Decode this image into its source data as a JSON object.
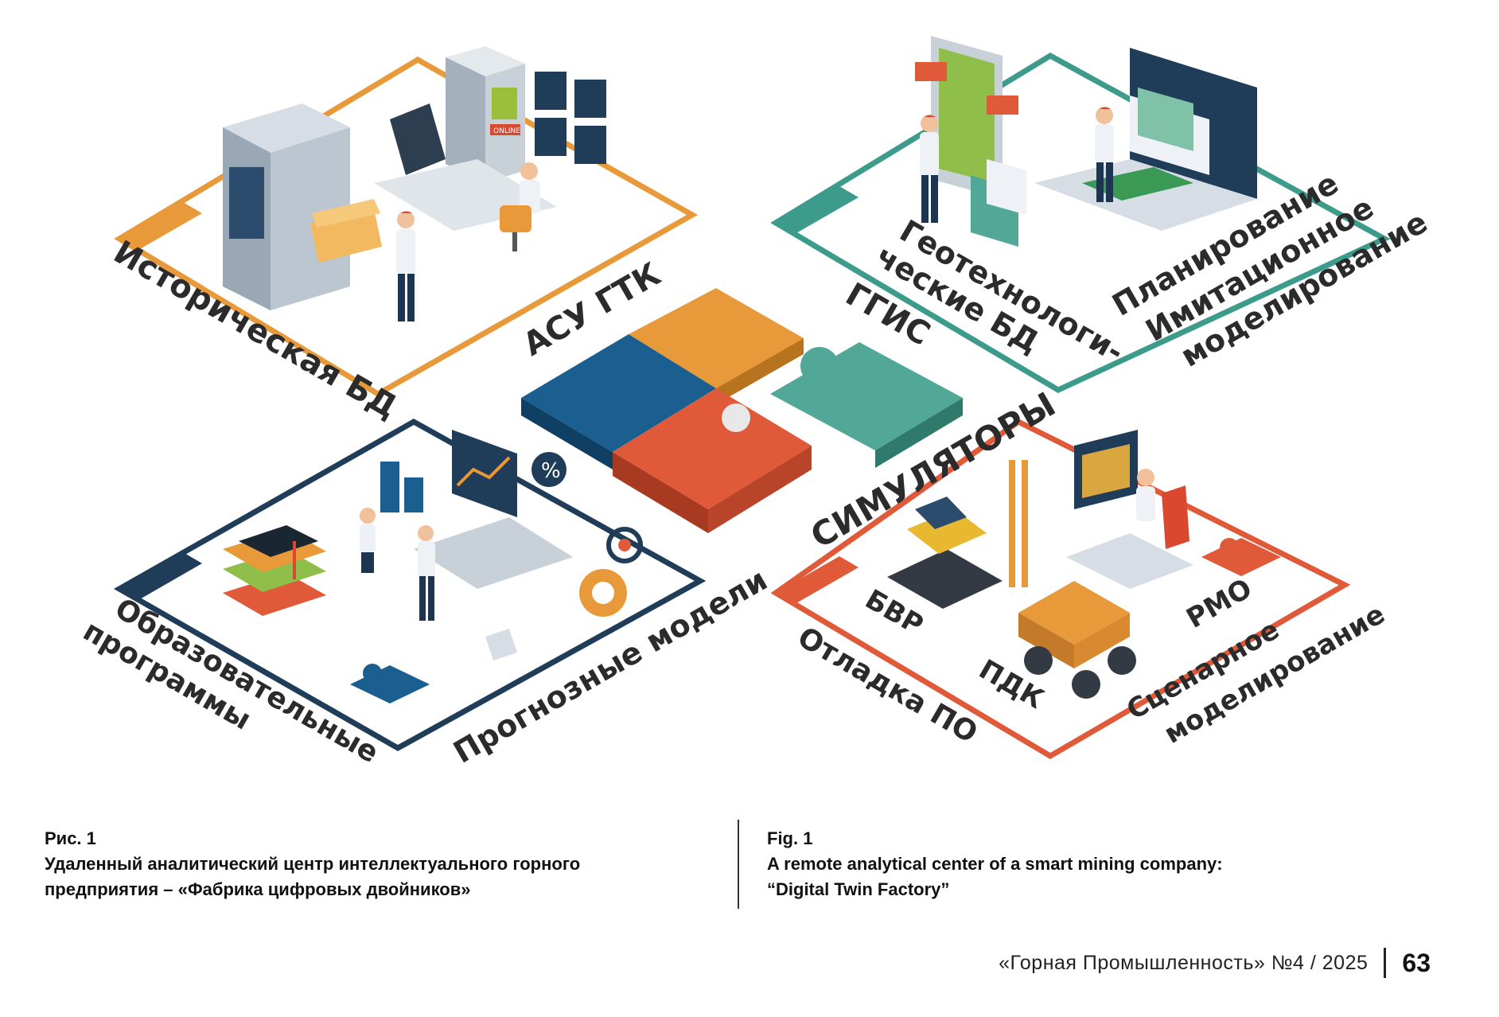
{
  "figure": {
    "quadrants": {
      "top_left": {
        "color": "#e8993a",
        "labels": [
          "Историческая БД",
          "АСУ ГТК"
        ]
      },
      "top_right": {
        "color": "#3d9b8c",
        "labels": [
          "Геотехнологи-",
          "ческие БД",
          "ГГИС",
          "Планирование",
          "Имитационное",
          "моделирование"
        ]
      },
      "bottom_left": {
        "color": "#1f3c58",
        "labels": [
          "Образовательные",
          "программы",
          "Прогнозные модели"
        ]
      },
      "bottom_right": {
        "color": "#e05a3a",
        "labels": [
          "СИМУЛЯТОРЫ",
          "БВР",
          "РМО",
          "ПДК",
          "Отладка ПО",
          "Сценарное",
          "моделирование"
        ]
      }
    },
    "widget_text": {
      "online_badge": "ONLINE",
      "percent_badge": "%"
    },
    "puzzle_colors": {
      "blue": "#1a5f8f",
      "orange": "#e8993a",
      "red": "#e05a3a",
      "teal": "#52a896"
    }
  },
  "captions": {
    "ru": {
      "number": "Рис. 1",
      "line1": "Удаленный аналитический центр интеллектуального горного",
      "line2": "предприятия – «Фабрика цифровых двойников»"
    },
    "en": {
      "number": "Fig. 1",
      "line1": "A remote analytical center of a smart mining company:",
      "line2": "“Digital Twin Factory”"
    }
  },
  "footer": {
    "journal": "«Горная Промышленность» №4 / 2025",
    "page_number": "63"
  }
}
